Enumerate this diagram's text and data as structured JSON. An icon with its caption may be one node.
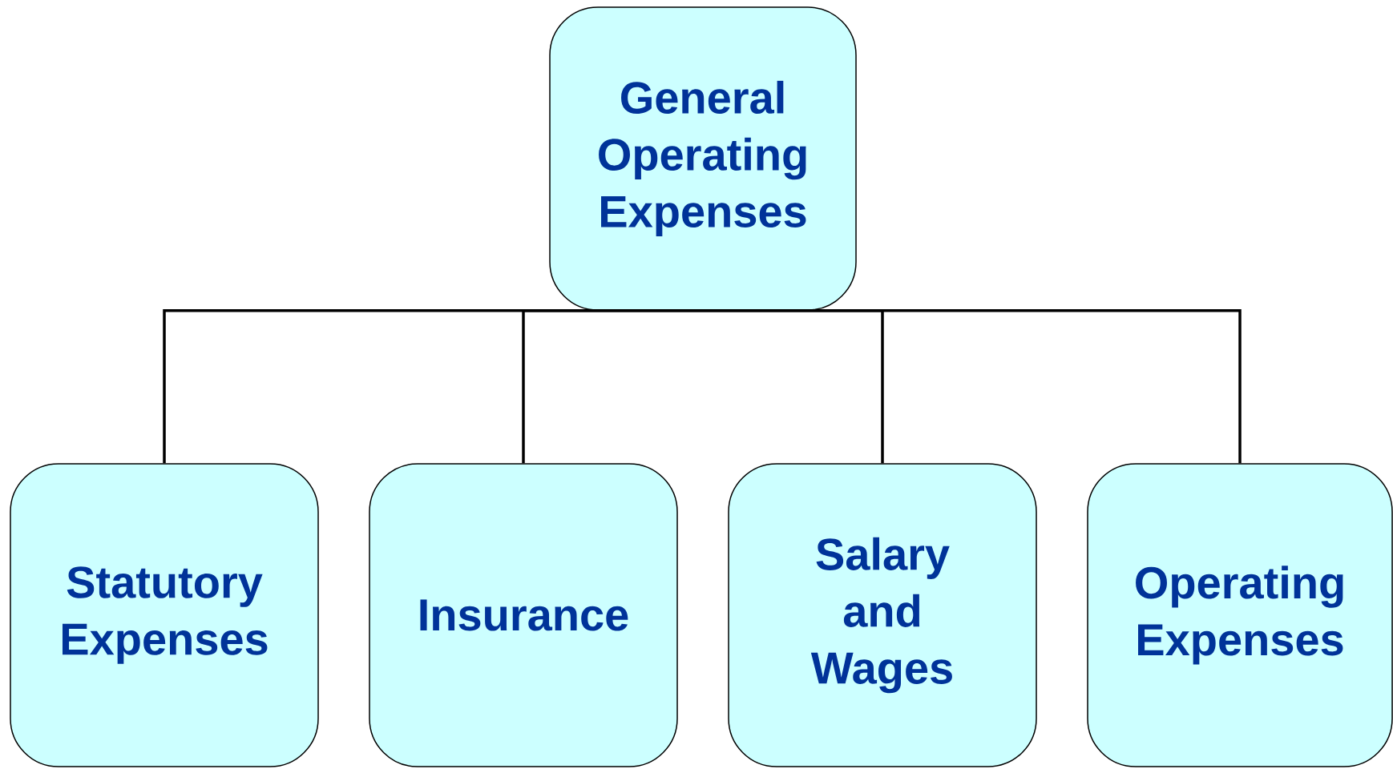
{
  "diagram": {
    "nodes": [
      {
        "text": [
          "General Operating Expenses"
        ]
      },
      {
        "text": [
          "Statutory Expenses"
        ]
      },
      {
        "text": [
          "Insurance"
        ]
      },
      {
        "text": [
          "Salary and Wages"
        ]
      },
      {
        "text": [
          "Operating Expenses"
        ]
      }
    ],
    "edges": [
      {
        "from": 0,
        "to": 1,
        "arrow": "none"
      },
      {
        "from": 0,
        "to": 2,
        "arrow": "none"
      },
      {
        "from": 0,
        "to": 3,
        "arrow": "none"
      },
      {
        "from": 0,
        "to": 4,
        "arrow": "none"
      }
    ]
  }
}
